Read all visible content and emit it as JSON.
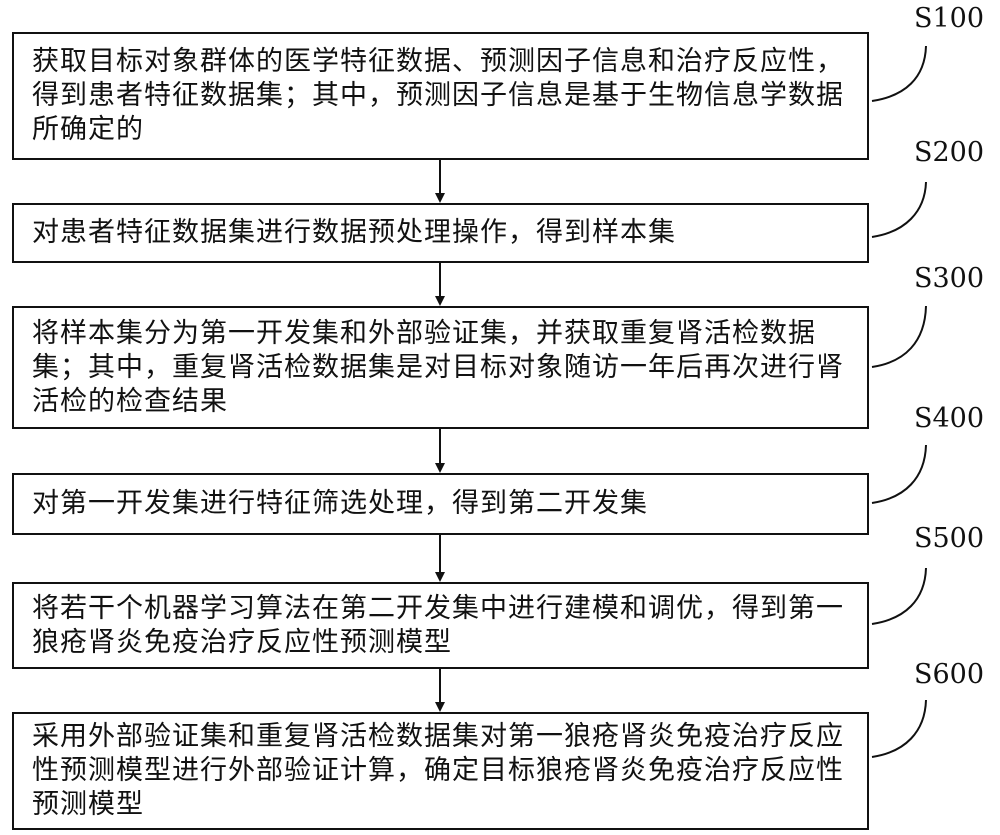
{
  "steps": [
    {
      "label": "S100",
      "text": "获取目标对象群体的医学特征数据、预测因子信息和治疗反应性，得到患者特征数据集；其中，预测因子信息是基于生物信息学数据所确定的"
    },
    {
      "label": "S200",
      "text": "对患者特征数据集进行数据预处理操作，得到样本集"
    },
    {
      "label": "S300",
      "text": "将样本集分为第一开发集和外部验证集，并获取重复肾活检数据集；其中，重复肾活检数据集是对目标对象随访一年后再次进行肾活检的检查结果"
    },
    {
      "label": "S400",
      "text": "对第一开发集进行特征筛选处理，得到第二开发集"
    },
    {
      "label": "S500",
      "text": "将若干个机器学习算法在第二开发集中进行建模和调优，得到第一狼疮肾炎免疫治疗反应性预测模型"
    },
    {
      "label": "S600",
      "text": "采用外部验证集和重复肾活检数据集对第一狼疮肾炎免疫治疗反应性预测模型进行外部验证计算，确定目标狼疮肾炎免疫治疗反应性预测模型"
    }
  ]
}
